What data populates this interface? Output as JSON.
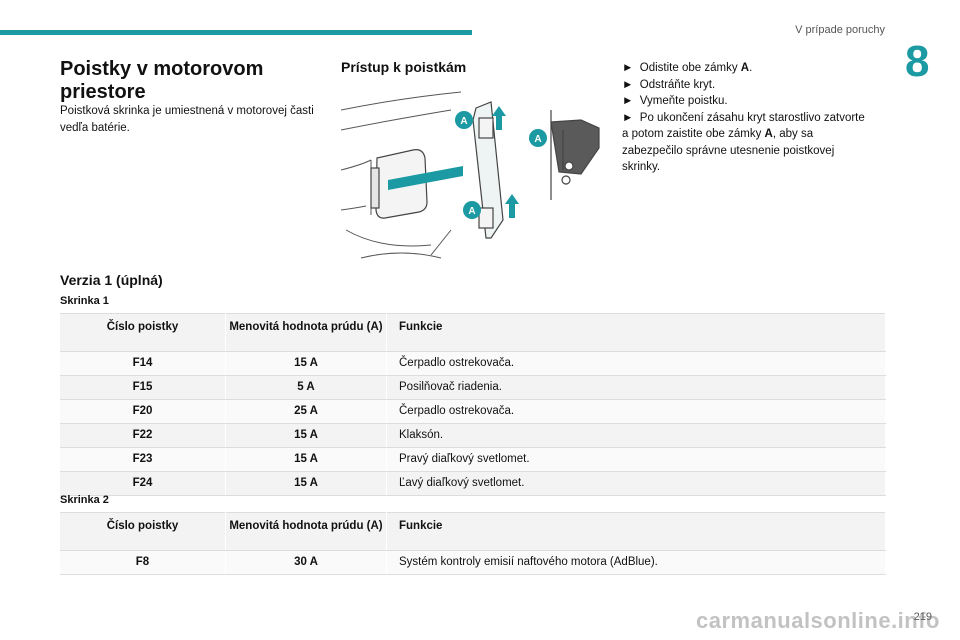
{
  "header": {
    "section": "V prípade poruchy",
    "chapter": "8"
  },
  "left": {
    "title": "Poistky v motorovom priestore",
    "intro": "Poistková skrinka je umiestnená v motorovej časti vedľa batérie."
  },
  "access": {
    "title": "Prístup k poistkám",
    "marker_label": "A",
    "steps": [
      {
        "bullet": "►",
        "text": "Odistite obe zámky ",
        "bold": "A",
        "after": "."
      },
      {
        "bullet": "►",
        "text": "Odstráňte kryt.",
        "bold": "",
        "after": ""
      },
      {
        "bullet": "►",
        "text": "Vymeňte poistku.",
        "bold": "",
        "after": ""
      },
      {
        "bullet": "►",
        "text": "Po ukončení zásahu kryt starostlivo zatvorte a potom zaistite obe zámky ",
        "bold": "A",
        "after": ", aby sa zabezpečilo správne utesnenie poistkovej skrinky."
      }
    ]
  },
  "version": {
    "title": "Verzia 1 (úplná)"
  },
  "table_headers": {
    "fuse": "Číslo poistky",
    "rating": "Menovitá hodnota prúdu (A)",
    "function": "Funkcie"
  },
  "box1": {
    "label": "Skrinka 1",
    "rows": [
      {
        "fuse": "F14",
        "rating": "15 A",
        "function": "Čerpadlo ostrekovača."
      },
      {
        "fuse": "F15",
        "rating": "5 A",
        "function": "Posilňovač riadenia."
      },
      {
        "fuse": "F20",
        "rating": "25 A",
        "function": "Čerpadlo ostrekovača."
      },
      {
        "fuse": "F22",
        "rating": "15 A",
        "function": "Klaksón."
      },
      {
        "fuse": "F23",
        "rating": "15 A",
        "function": "Pravý diaľkový svetlomet."
      },
      {
        "fuse": "F24",
        "rating": "15 A",
        "function": "Ľavý diaľkový svetlomet."
      }
    ]
  },
  "box2": {
    "label": "Skrinka 2",
    "rows": [
      {
        "fuse": "F8",
        "rating": "30 A",
        "function": "Systém kontroly emisií naftového motora (AdBlue)."
      }
    ]
  },
  "footer": {
    "page": "219",
    "watermark": "carmanualsonline.info"
  },
  "colors": {
    "accent": "#1b9aa3"
  }
}
